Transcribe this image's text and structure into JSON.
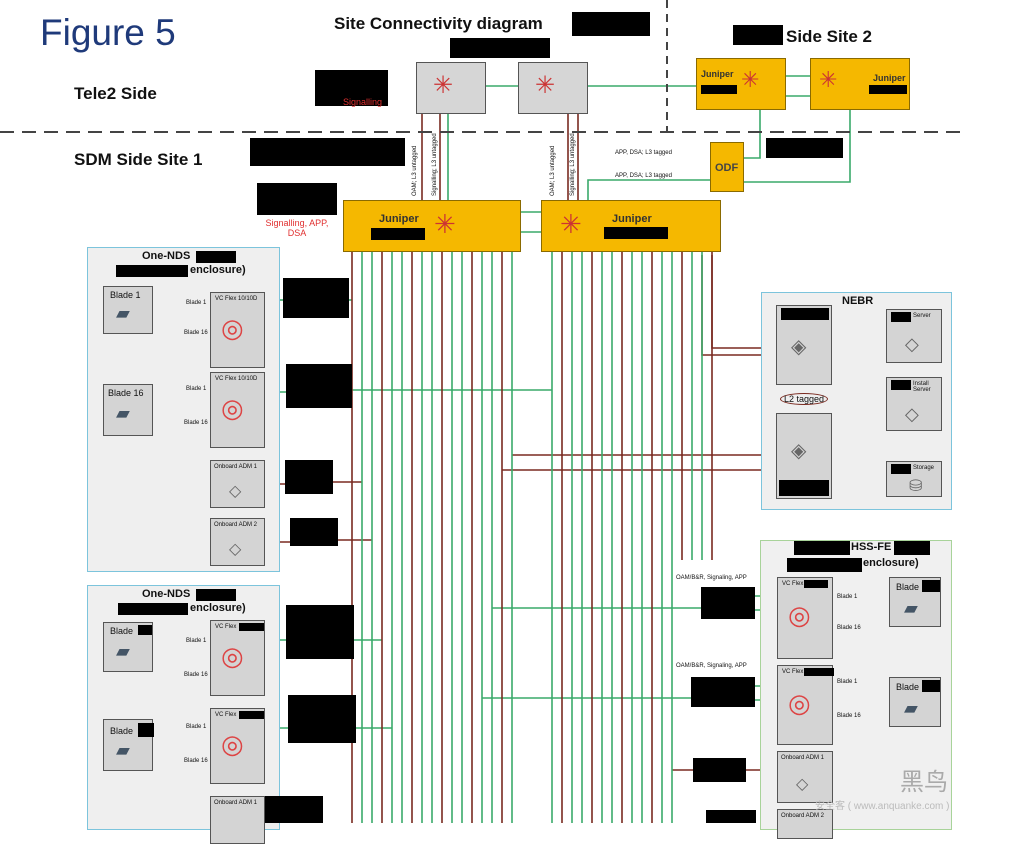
{
  "figure_title": "Figure 5",
  "diagram_title": "Site Connectivity diagram",
  "zones": {
    "tele2": "Tele2 Side",
    "sdm_site1": "SDM Side Site 1",
    "side_site2": "Side Site 2"
  },
  "labels": {
    "signalling": "Signalling",
    "signalling_app_dsa": "Signalling, APP, DSA",
    "oam_l3_untagged": "OAM; L3 untagged",
    "signalling_l3_untagged": "Signalling; L3 untagged",
    "app_dsa_l3_tagged": "APP, DSA; L3 tagged",
    "odf": "ODF",
    "juniper": "Juniper",
    "l2_tagged": "L2 tagged",
    "oam_br_sig_app": "OAM/B&R, Signaling, APP"
  },
  "one_nds": {
    "name": "One-NDS",
    "enclosure": "enclosure)",
    "blade1": "Blade 1",
    "blade16": "Blade 16",
    "blade": "Blade",
    "vc_flex": "VC Flex 10/10D",
    "vc_flex_short": "VC Flex",
    "blade_1_port": "Blade 1",
    "blade_16_port": "Blade 16",
    "adm1": "Onboard ADM 1",
    "adm2": "Onboard ADM 2"
  },
  "nebr": {
    "title": "NEBR",
    "server": "Server",
    "install_server": "Install Server",
    "storage": "Storage"
  },
  "hss_fe": {
    "name": "HSS-FE",
    "enclosure": "enclosure)"
  },
  "watermark": {
    "brand": "黑鸟",
    "url": "安全客 ( www.anquanke.com )"
  },
  "colors": {
    "title_blue": "#1f3a7a",
    "juniper_yellow": "#f5b800",
    "link_green": "#3aaa6a",
    "link_brown": "#7a2a20",
    "red_text": "#e03030"
  }
}
